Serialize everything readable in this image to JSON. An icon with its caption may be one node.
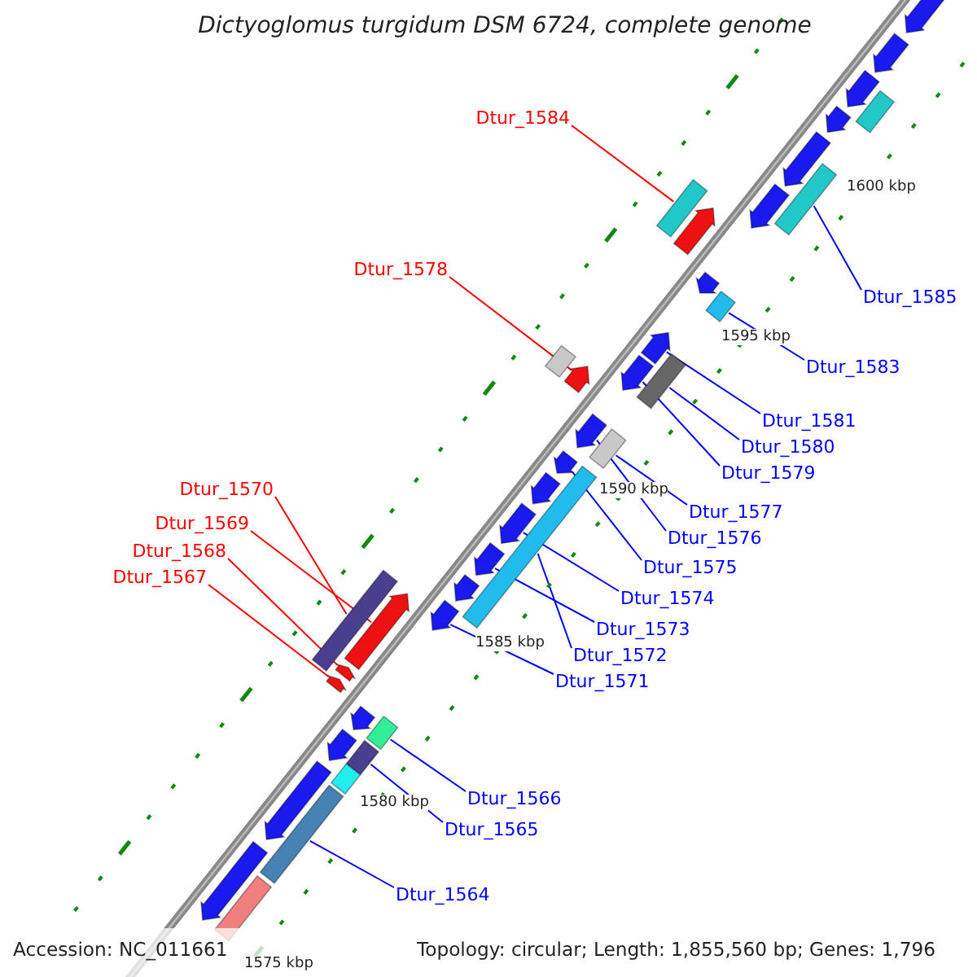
{
  "diagram": {
    "title": "Dictyoglomus turgidum DSM 6724, complete genome",
    "nodes": [
      {
        "text": [
          "Dtur_1584"
        ]
      },
      {
        "text": [
          "Dtur_1578"
        ]
      },
      {
        "text": [
          "Dtur_1585"
        ]
      },
      {
        "text": [
          "Dtur_1583"
        ]
      },
      {
        "text": [
          "Dtur_1581"
        ]
      },
      {
        "text": [
          "Dtur_1580"
        ]
      },
      {
        "text": [
          "Dtur_1579"
        ]
      },
      {
        "text": [
          "Dtur_1570"
        ]
      },
      {
        "text": [
          "Dtur_1577"
        ]
      },
      {
        "text": [
          "Dtur_1569"
        ]
      },
      {
        "text": [
          "Dtur_1576"
        ]
      },
      {
        "text": [
          "Dtur_1568"
        ]
      },
      {
        "text": [
          "Dtur_1575"
        ]
      },
      {
        "text": [
          "Dtur_1567"
        ]
      },
      {
        "text": [
          "Dtur_1574"
        ]
      },
      {
        "text": [
          "Dtur_1573"
        ]
      },
      {
        "text": [
          "Dtur_1572"
        ]
      },
      {
        "text": [
          "Dtur_1571"
        ]
      },
      {
        "text": [
          "Dtur_1566"
        ]
      },
      {
        "text": [
          "Dtur_1565"
        ]
      },
      {
        "text": [
          "Dtur_1564"
        ]
      },
      {
        "text": [],
        "shape": "arrow"
      },
      {
        "text": [],
        "shape": "arrow"
      },
      {
        "text": [],
        "shape": "arrow"
      },
      {
        "text": [],
        "shape": "box"
      },
      {
        "text": [],
        "shape": "arrow"
      },
      {
        "text": [],
        "shape": "arrow"
      },
      {
        "text": [],
        "shape": "box"
      },
      {
        "text": [],
        "shape": "arrow"
      },
      {
        "text": [],
        "shape": "box"
      },
      {
        "text": [],
        "shape": "arrow"
      },
      {
        "text": [],
        "shape": "arrow"
      },
      {
        "text": [],
        "shape": "box"
      },
      {
        "text": [],
        "shape": "box"
      },
      {
        "text": [],
        "shape": "arrow"
      },
      {
        "text": [],
        "shape": "arrow"
      },
      {
        "text": [],
        "shape": "box"
      },
      {
        "text": [],
        "shape": "arrow"
      },
      {
        "text": [],
        "shape": "arrow"
      },
      {
        "text": [],
        "shape": "box"
      },
      {
        "text": [],
        "shape": "arrow"
      },
      {
        "text": [],
        "shape": "arrow"
      },
      {
        "text": [],
        "shape": "arrow"
      },
      {
        "text": [],
        "shape": "arrow"
      },
      {
        "text": [],
        "shape": "box"
      },
      {
        "text": [],
        "shape": "arrow"
      },
      {
        "text": [],
        "shape": "arrow"
      },
      {
        "text": [],
        "shape": "box"
      },
      {
        "text": [],
        "shape": "arrow"
      },
      {
        "text": [],
        "shape": "arrow"
      },
      {
        "text": [],
        "shape": "arrow"
      },
      {
        "text": [],
        "shape": "arrow"
      },
      {
        "text": [],
        "shape": "box"
      },
      {
        "text": [],
        "shape": "arrow"
      },
      {
        "text": [],
        "shape": "box"
      },
      {
        "text": [],
        "shape": "box"
      },
      {
        "text": [],
        "shape": "arrow"
      },
      {
        "text": [],
        "shape": "box"
      },
      {
        "text": [],
        "shape": "arrow"
      },
      {
        "text": [],
        "shape": "box"
      }
    ],
    "edges": [
      {
        "from": 0,
        "to": 29,
        "arrow": "none",
        "color": "#ff0000"
      },
      {
        "from": 1,
        "to": 34,
        "arrow": "none",
        "color": "#ff0000"
      },
      {
        "from": 2,
        "to": 27,
        "arrow": "none"
      },
      {
        "from": 3,
        "to": 32,
        "arrow": "none"
      },
      {
        "from": 4,
        "to": 35,
        "arrow": "none"
      },
      {
        "from": 5,
        "to": 36,
        "arrow": "none"
      },
      {
        "from": 6,
        "to": 37,
        "arrow": "none"
      },
      {
        "from": 7,
        "to": 47,
        "arrow": "none",
        "color": "#ff0000"
      },
      {
        "from": 8,
        "to": 39,
        "arrow": "none"
      },
      {
        "from": 9,
        "to": 48,
        "arrow": "none",
        "color": "#ff0000"
      },
      {
        "from": 10,
        "to": 38,
        "arrow": "none"
      },
      {
        "from": 11,
        "to": 49,
        "arrow": "none",
        "color": "#ff0000"
      },
      {
        "from": 12,
        "to": 40,
        "arrow": "none"
      },
      {
        "from": 13,
        "to": 50,
        "arrow": "none",
        "color": "#ff0000"
      },
      {
        "from": 14,
        "to": 42,
        "arrow": "none"
      },
      {
        "from": 15,
        "to": 43,
        "arrow": "none"
      },
      {
        "from": 16,
        "to": 44,
        "arrow": "none"
      },
      {
        "from": 17,
        "to": 46,
        "arrow": "none"
      },
      {
        "from": 18,
        "to": 52,
        "arrow": "none"
      },
      {
        "from": 19,
        "to": 54,
        "arrow": "none"
      },
      {
        "from": 20,
        "to": 57,
        "arrow": "none"
      }
    ],
    "labels": [
      "1600 kbp",
      "1595 kbp",
      "1590 kbp",
      "1585 kbp",
      "1580 kbp",
      "1575 kbp",
      "Accession: NC_011661",
      "Topology: circular; Length: 1,855,560 bp; Genes: 1,796"
    ]
  }
}
